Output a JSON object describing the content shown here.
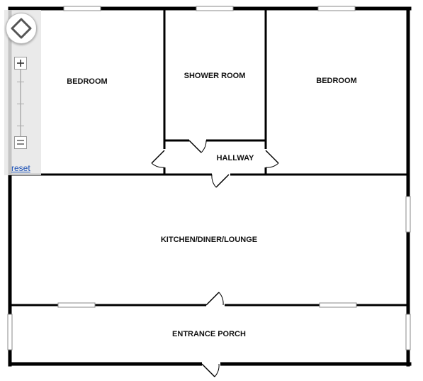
{
  "rooms": {
    "bedroom_left": "BEDROOM",
    "shower_room": "SHOWER ROOM",
    "bedroom_right": "BEDROOM",
    "hallway": "HALLWAY",
    "kitchen": "KITCHEN/DINER/LOUNGE",
    "porch": "ENTRANCE PORCH"
  },
  "controls": {
    "reset_label": "reset",
    "pan_icon": "pan-arrows-icon",
    "zoom_in_icon": "plus-icon",
    "zoom_out_icon": "minus-icon"
  }
}
